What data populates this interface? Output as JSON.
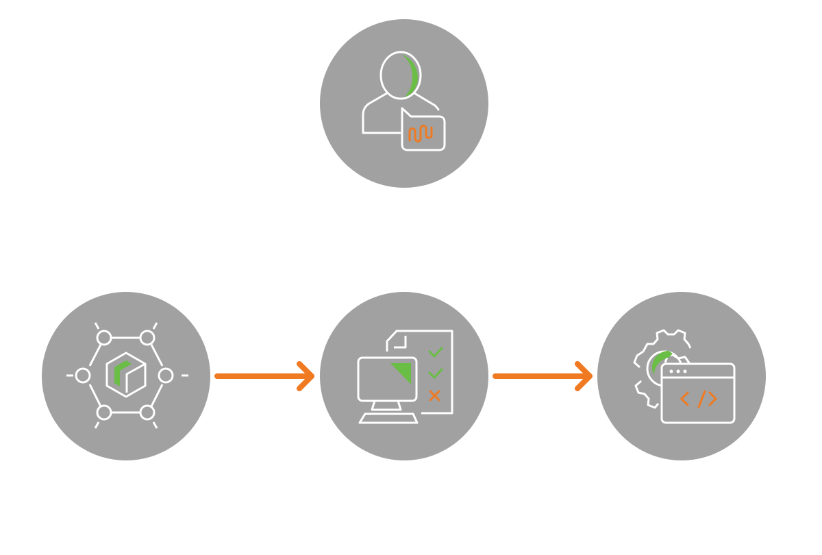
{
  "colors": {
    "circle": "#a0a1a0",
    "line": "#ffffff",
    "green": "#6abd45",
    "orange": "#f07a22"
  },
  "nodes": [
    {
      "id": "top",
      "icon": "user-speech-icon"
    },
    {
      "id": "1",
      "icon": "network-cube-icon"
    },
    {
      "id": "2",
      "icon": "computer-checklist-icon"
    },
    {
      "id": "3",
      "icon": "gear-code-window-icon"
    }
  ],
  "arrows": [
    {
      "from": "1",
      "to": "2",
      "icon": "arrow-right-icon"
    },
    {
      "from": "2",
      "to": "3",
      "icon": "arrow-right-icon"
    }
  ]
}
